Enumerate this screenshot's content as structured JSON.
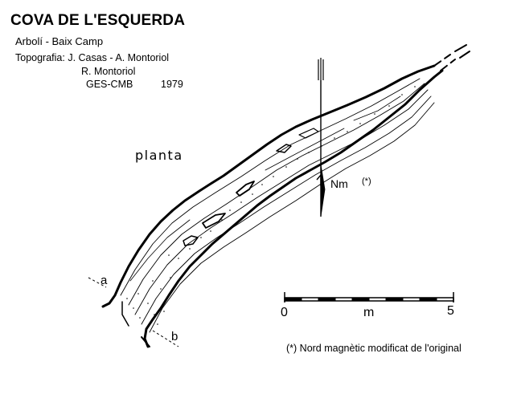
{
  "header": {
    "title": "COVA DE L'ESQUERDA",
    "location": "Arbolí - Baix Camp",
    "topography_line1": "Topografia: J. Casas - A. Montoriol",
    "topography_line2": "R. Montoriol",
    "group": "GES-CMB",
    "year": "1979"
  },
  "map": {
    "view_label": "planta",
    "north_label": "Nm",
    "north_note_marker": "(*)",
    "section_labels": {
      "a": "a",
      "b": "b"
    },
    "scale": {
      "start": "0",
      "unit": "m",
      "end": "5"
    },
    "footnote": "(*) Nord magnètic modificat de l'original",
    "ink_color": "#000000"
  }
}
